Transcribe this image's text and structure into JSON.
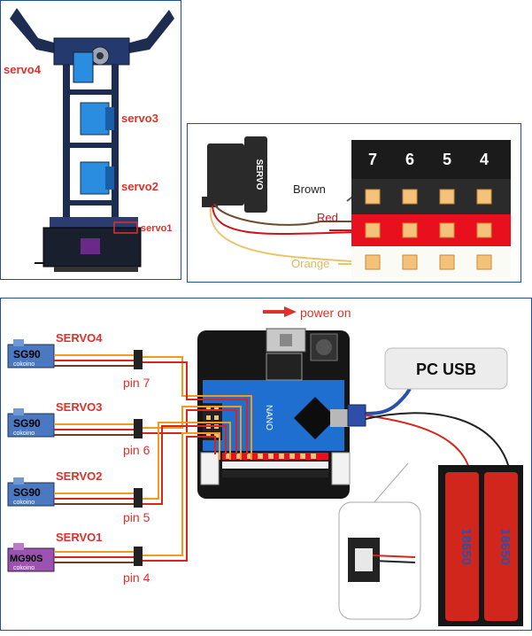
{
  "top_left": {
    "servo_labels": [
      "servo4",
      "servo3",
      "servo2",
      "servo1"
    ]
  },
  "top_right": {
    "servo_body_text": "SERVO",
    "header_numbers": [
      "7",
      "6",
      "5",
      "4"
    ],
    "wires": [
      {
        "label": "Brown",
        "color": "#6b4a2e"
      },
      {
        "label": "Red",
        "color": "#d0121b"
      },
      {
        "label": "Orange",
        "color": "#e8c46a"
      }
    ]
  },
  "bottom": {
    "power_label": "power on",
    "usb_label": "PC USB",
    "board_label": "NANO",
    "battery_labels": [
      "18650",
      "18650"
    ],
    "servos": [
      {
        "title": "SERVO4",
        "model": "SG90",
        "brand": "cokoino",
        "pin": "pin 7"
      },
      {
        "title": "SERVO3",
        "model": "SG90",
        "brand": "cokoino",
        "pin": "pin 6"
      },
      {
        "title": "SERVO2",
        "model": "SG90",
        "brand": "cokoino",
        "pin": "pin 5"
      },
      {
        "title": "SERVO1",
        "model": "MG90S",
        "brand": "cokoino",
        "pin": "pin 4"
      }
    ],
    "colors": {
      "signal": "#f39a1c",
      "power": "#d7261e",
      "ground": "#6b3f1f",
      "usb_cable": "#2e4fa8",
      "battery": "#d0261c"
    }
  }
}
